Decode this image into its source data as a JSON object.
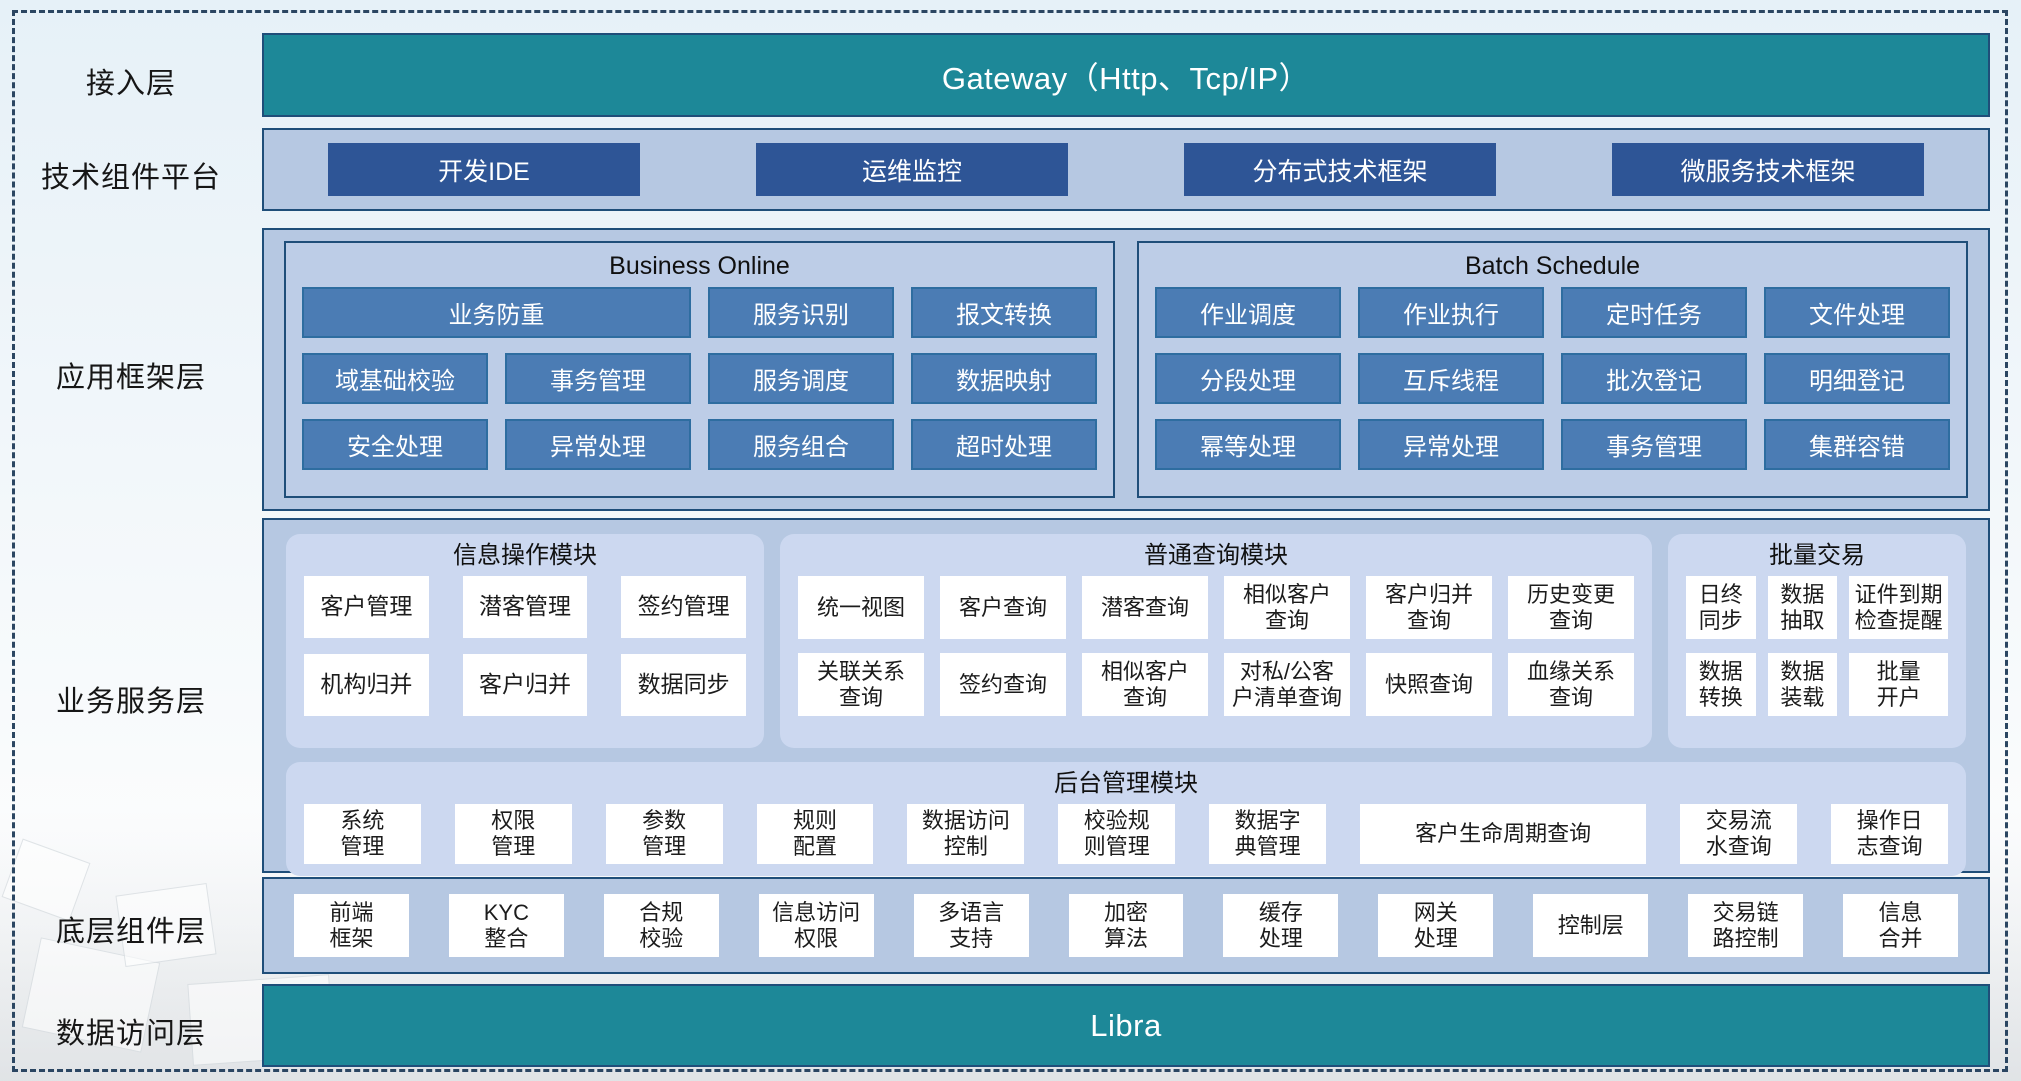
{
  "colors": {
    "teal_bar": "#1d8898",
    "navy_border": "#1f4e79",
    "panel_blue": "#b6c8e2",
    "subpanel_blue": "#bdcde7",
    "dark_button_blue": "#2e5596",
    "framework_box_blue": "#4b7cb4",
    "rounded_panel_periwinkle": "#ccd8f0",
    "white_box": "#ffffff",
    "dashed_frame": "#2b4662"
  },
  "access_layer": {
    "label": "接入层",
    "gateway_label": "Gateway（Http、Tcp/IP）"
  },
  "tech_platform": {
    "label": "技术组件平台",
    "items": [
      "开发IDE",
      "运维监控",
      "分布式技术框架",
      "微服务技术框架"
    ]
  },
  "app_framework": {
    "label": "应用框架层",
    "business_online": {
      "title": "Business Online",
      "row1_wide": "业务防重",
      "row1": [
        "服务识别",
        "报文转换"
      ],
      "row2": [
        "域基础校验",
        "事务管理",
        "服务调度",
        "数据映射"
      ],
      "row3": [
        "安全处理",
        "异常处理",
        "服务组合",
        "超时处理"
      ]
    },
    "batch_schedule": {
      "title": "Batch Schedule",
      "row1": [
        "作业调度",
        "作业执行",
        "定时任务",
        "文件处理"
      ],
      "row2": [
        "分段处理",
        "互斥线程",
        "批次登记",
        "明细登记"
      ],
      "row3": [
        "幂等处理",
        "异常处理",
        "事务管理",
        "集群容错"
      ]
    }
  },
  "business_service": {
    "label": "业务服务层",
    "info_ops": {
      "title": "信息操作模块",
      "items": [
        "客户管理",
        "潜客管理",
        "签约管理",
        "机构归并",
        "客户归并",
        "数据同步"
      ]
    },
    "query": {
      "title": "普通查询模块",
      "items": [
        "统一视图",
        "客户查询",
        "潜客查询",
        "相似客户\n查询",
        "客户归并\n查询",
        "历史变更\n查询",
        "关联关系\n查询",
        "签约查询",
        "相似客户\n查询",
        "对私/公客\n户清单查询",
        "快照查询",
        "血缘关系\n查询"
      ]
    },
    "batch_trade": {
      "title": "批量交易",
      "items": [
        "日终\n同步",
        "数据\n抽取",
        "证件到期\n检查提醒",
        "数据\n转换",
        "数据\n装载",
        "批量\n开户"
      ]
    },
    "admin": {
      "title": "后台管理模块",
      "items": [
        "系统\n管理",
        "权限\n管理",
        "参数\n管理",
        "规则\n配置",
        "数据访问\n控制",
        "校验规\n则管理",
        "数据字\n典管理",
        "客户生命周期查询",
        "交易流\n水查询",
        "操作日\n志查询"
      ]
    }
  },
  "base_components": {
    "label": "底层组件层",
    "items": [
      "前端\n框架",
      "KYC\n整合",
      "合规\n校验",
      "信息访问\n权限",
      "多语言\n支持",
      "加密\n算法",
      "缓存\n处理",
      "网关\n处理",
      "控制层",
      "交易链\n路控制",
      "信息\n合并"
    ]
  },
  "data_access": {
    "label": "数据访问层",
    "bar_label": "Libra"
  }
}
